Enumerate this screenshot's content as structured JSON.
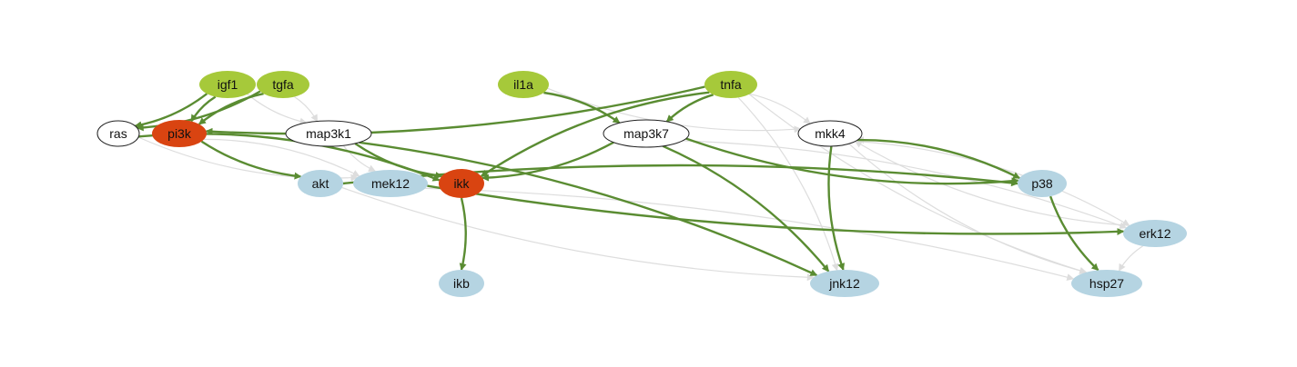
{
  "colors": {
    "stimulus": "#a6c93a",
    "inhibitor": "#d94411",
    "readout": "#b5d4e2",
    "other": "#ffffff",
    "active_edge": "#5a8c32",
    "inactive_edge": "#dddddd"
  },
  "nodes": [
    {
      "id": "igf1",
      "label": "igf1",
      "category": "stimulus"
    },
    {
      "id": "tgfa",
      "label": "tgfa",
      "category": "stimulus"
    },
    {
      "id": "il1a",
      "label": "il1a",
      "category": "stimulus"
    },
    {
      "id": "tnfa",
      "label": "tnfa",
      "category": "stimulus"
    },
    {
      "id": "ras",
      "label": "ras",
      "category": "other"
    },
    {
      "id": "pi3k",
      "label": "pi3k",
      "category": "inhibitor"
    },
    {
      "id": "map3k1",
      "label": "map3k1",
      "category": "other"
    },
    {
      "id": "map3k7",
      "label": "map3k7",
      "category": "other"
    },
    {
      "id": "mkk4",
      "label": "mkk4",
      "category": "other"
    },
    {
      "id": "akt",
      "label": "akt",
      "category": "readout"
    },
    {
      "id": "mek12",
      "label": "mek12",
      "category": "readout"
    },
    {
      "id": "ikk",
      "label": "ikk",
      "category": "inhibitor"
    },
    {
      "id": "p38",
      "label": "p38",
      "category": "readout"
    },
    {
      "id": "erk12",
      "label": "erk12",
      "category": "readout"
    },
    {
      "id": "ikb",
      "label": "ikb",
      "category": "readout"
    },
    {
      "id": "jnk12",
      "label": "jnk12",
      "category": "readout"
    },
    {
      "id": "hsp27",
      "label": "hsp27",
      "category": "readout"
    }
  ],
  "edges": [
    {
      "from": "igf1",
      "to": "ras",
      "active": true
    },
    {
      "from": "igf1",
      "to": "pi3k",
      "active": true
    },
    {
      "from": "tgfa",
      "to": "ras",
      "active": true
    },
    {
      "from": "tgfa",
      "to": "pi3k",
      "active": true
    },
    {
      "from": "il1a",
      "to": "map3k7",
      "active": true
    },
    {
      "from": "tnfa",
      "to": "map3k7",
      "active": true
    },
    {
      "from": "tnfa",
      "to": "pi3k",
      "active": true
    },
    {
      "from": "tnfa",
      "to": "ikk",
      "active": true
    },
    {
      "from": "ras",
      "to": "ikk",
      "active": true
    },
    {
      "from": "pi3k",
      "to": "akt",
      "active": true
    },
    {
      "from": "map3k1",
      "to": "jnk12",
      "active": true
    },
    {
      "from": "map3k1",
      "to": "ikk",
      "active": true
    },
    {
      "from": "map3k7",
      "to": "ikk",
      "active": true
    },
    {
      "from": "map3k7",
      "to": "p38",
      "active": true
    },
    {
      "from": "map3k7",
      "to": "jnk12",
      "active": true
    },
    {
      "from": "mkk4",
      "to": "jnk12",
      "active": true
    },
    {
      "from": "mkk4",
      "to": "p38",
      "active": true
    },
    {
      "from": "mek12",
      "to": "erk12",
      "active": true
    },
    {
      "from": "ikk",
      "to": "ikb",
      "active": true
    },
    {
      "from": "p38",
      "to": "hsp27",
      "active": true
    },
    {
      "from": "akt",
      "to": "p38",
      "active": true
    },
    {
      "from": "igf1",
      "to": "map3k1",
      "active": false
    },
    {
      "from": "tgfa",
      "to": "map3k1",
      "active": false
    },
    {
      "from": "il1a",
      "to": "mkk4",
      "active": false
    },
    {
      "from": "tnfa",
      "to": "mkk4",
      "active": false
    },
    {
      "from": "ras",
      "to": "mek12",
      "active": false
    },
    {
      "from": "pi3k",
      "to": "mek12",
      "active": false
    },
    {
      "from": "map3k1",
      "to": "mek12",
      "active": false
    },
    {
      "from": "map3k7",
      "to": "erk12",
      "active": false
    },
    {
      "from": "mkk4",
      "to": "hsp27",
      "active": false
    },
    {
      "from": "mkk4",
      "to": "erk12",
      "active": false
    },
    {
      "from": "akt",
      "to": "jnk12",
      "active": false
    },
    {
      "from": "mek12",
      "to": "hsp27",
      "active": false
    },
    {
      "from": "erk12",
      "to": "hsp27",
      "active": false
    },
    {
      "from": "erk12",
      "to": "mkk4",
      "active": false
    },
    {
      "from": "p38",
      "to": "mkk4",
      "active": false
    },
    {
      "from": "tnfa",
      "to": "jnk12",
      "active": false
    },
    {
      "from": "tnfa",
      "to": "hsp27",
      "active": false
    }
  ]
}
